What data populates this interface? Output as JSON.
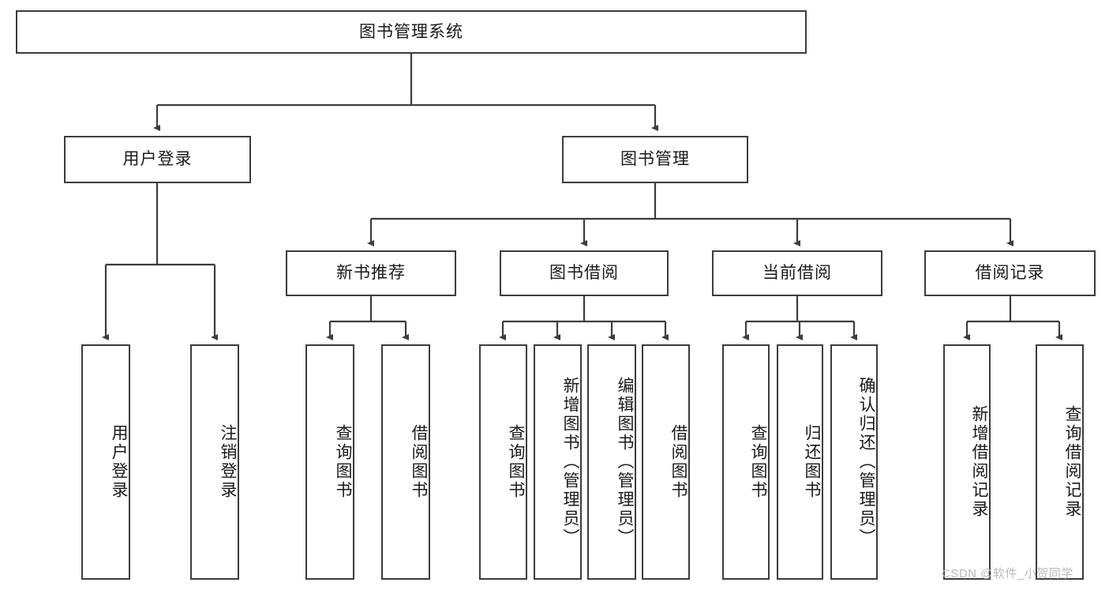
{
  "diagram": {
    "type": "tree-hierarchy",
    "title": "图书管理系统",
    "colors": {
      "box_border": "#3c3c3c",
      "box_fill": "#ffffff",
      "edge": "#3c3c3c",
      "text": "#1a1a1a",
      "watermark": "#b9b9b9",
      "background": "#ffffff"
    },
    "root": {
      "label": "图书管理系统"
    },
    "level2": [
      {
        "label": "用户登录"
      },
      {
        "label": "图书管理"
      }
    ],
    "level3": [
      {
        "label": "新书推荐"
      },
      {
        "label": "图书借阅"
      },
      {
        "label": "当前借阅"
      },
      {
        "label": "借阅记录"
      }
    ],
    "leaves": {
      "user_login": [
        {
          "label": "用户登录"
        },
        {
          "label": "注销登录"
        }
      ],
      "new_book_recommend": [
        {
          "label": "查询图书"
        },
        {
          "label": "借阅图书"
        }
      ],
      "book_borrow": [
        {
          "label": "查询图书"
        },
        {
          "label": "新增图书（管理员）"
        },
        {
          "label": "编辑图书（管理员）"
        },
        {
          "label": "借阅图书"
        }
      ],
      "current_borrow": [
        {
          "label": "查询图书"
        },
        {
          "label": "归还图书"
        },
        {
          "label": "确认归还（管理员）"
        }
      ],
      "borrow_record": [
        {
          "label": "新增借阅记录"
        },
        {
          "label": "查询借阅记录"
        }
      ]
    }
  },
  "watermark": {
    "text": "CSDN @软件_小贺同学"
  }
}
